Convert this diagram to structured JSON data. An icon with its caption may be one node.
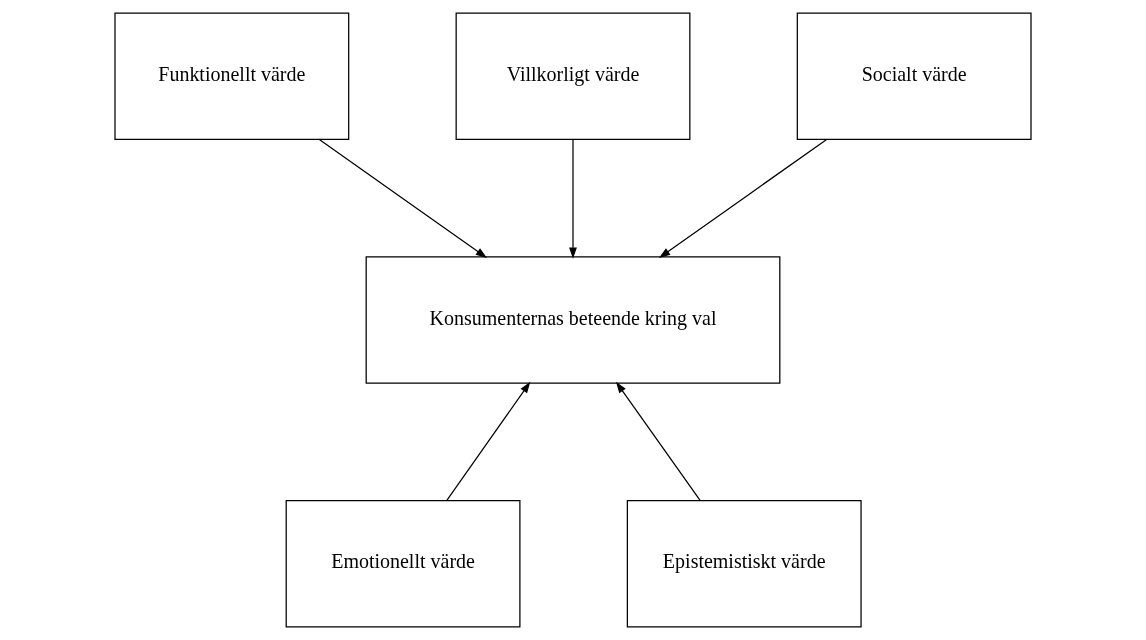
{
  "diagram": {
    "nodes": [
      {
        "text": [
          "Funktionellt värde"
        ]
      },
      {
        "text": [
          "Villkorligt värde"
        ]
      },
      {
        "text": [
          "Socialt värde"
        ]
      },
      {
        "text": [
          "Konsumenternas beteende kring val"
        ]
      },
      {
        "text": [
          "Emotionellt värde"
        ]
      },
      {
        "text": [
          "Epistemistiskt värde"
        ]
      }
    ],
    "edges": [
      {
        "from": 0,
        "to": 3,
        "arrow": "to"
      },
      {
        "from": 1,
        "to": 3,
        "arrow": "to"
      },
      {
        "from": 2,
        "to": 3,
        "arrow": "to"
      },
      {
        "from": 4,
        "to": 3,
        "arrow": "to"
      },
      {
        "from": 5,
        "to": 3,
        "arrow": "to"
      }
    ]
  }
}
